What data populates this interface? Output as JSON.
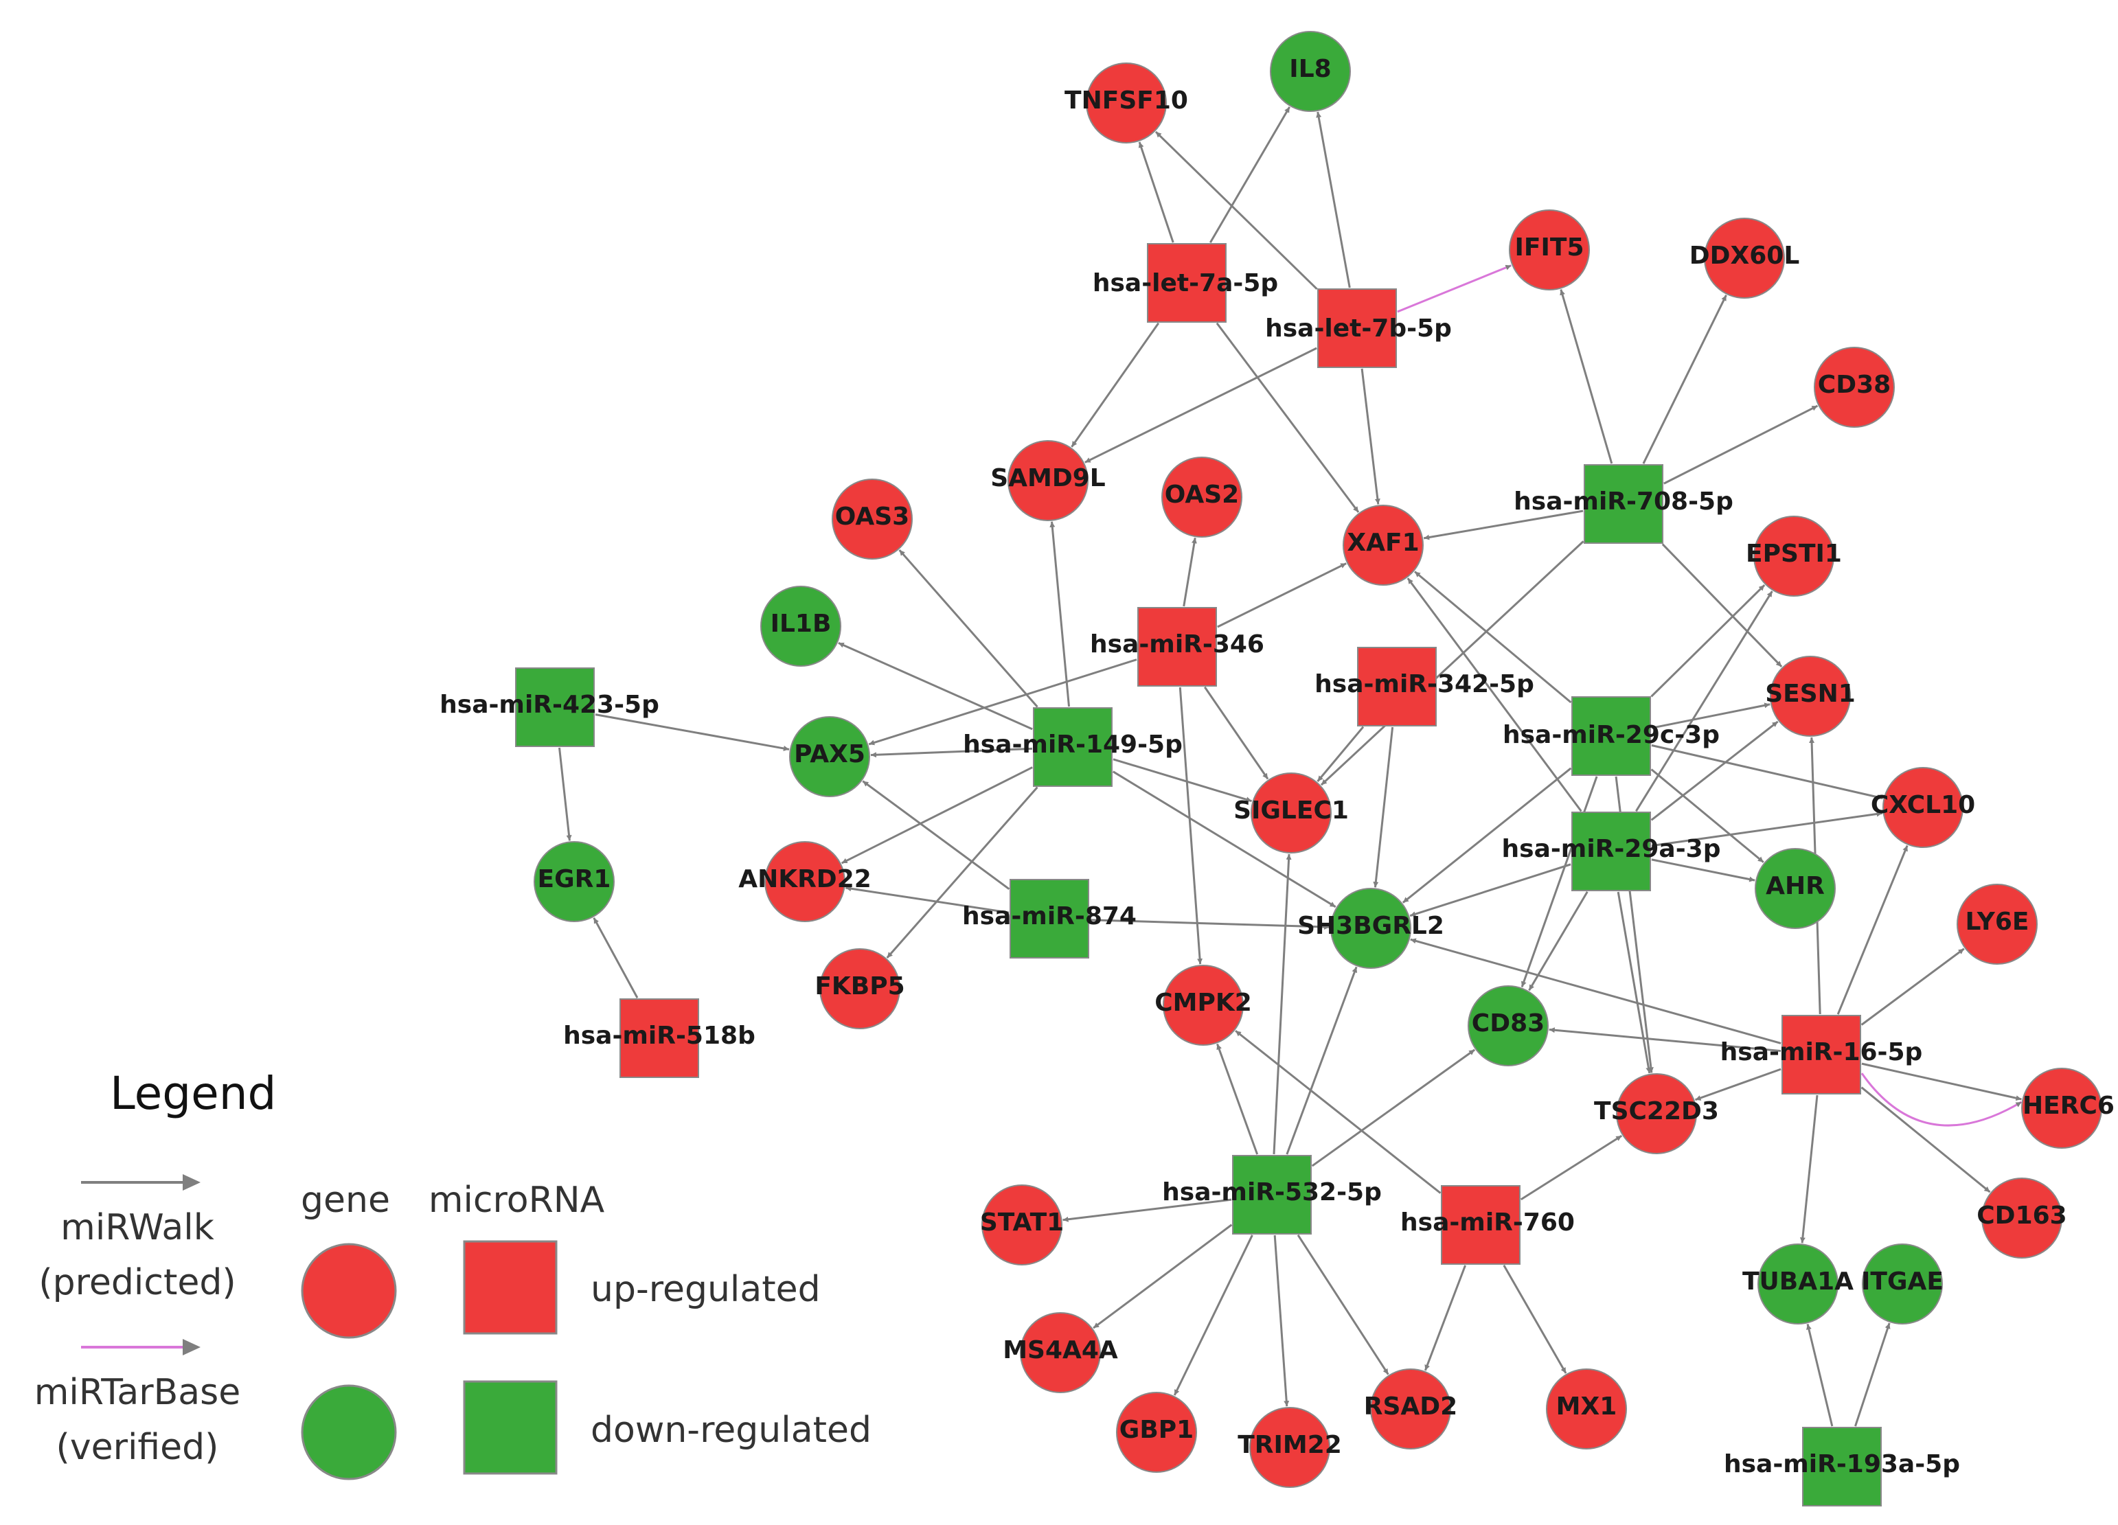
{
  "colors": {
    "up_regulated": "#ee3b3b",
    "down_regulated": "#3aaa3a",
    "node_stroke": "#888888",
    "predicted_edge": "#7f7f7f",
    "verified_edge": "#d977d9"
  },
  "nodes": [
    {
      "id": "TNFSF10",
      "label": "TNFSF10",
      "kind": "gene",
      "regulation": "up"
    },
    {
      "id": "IL8",
      "label": "IL8",
      "kind": "gene",
      "regulation": "down"
    },
    {
      "id": "let7a",
      "label": "hsa-let-7a-5p",
      "kind": "microRNA",
      "regulation": "up"
    },
    {
      "id": "let7b",
      "label": "hsa-let-7b-5p",
      "kind": "microRNA",
      "regulation": "up"
    },
    {
      "id": "IFIT5",
      "label": "IFIT5",
      "kind": "gene",
      "regulation": "up"
    },
    {
      "id": "DDX60L",
      "label": "DDX60L",
      "kind": "gene",
      "regulation": "up"
    },
    {
      "id": "CD38",
      "label": "CD38",
      "kind": "gene",
      "regulation": "up"
    },
    {
      "id": "SAMD9L",
      "label": "SAMD9L",
      "kind": "gene",
      "regulation": "up"
    },
    {
      "id": "OAS2",
      "label": "OAS2",
      "kind": "gene",
      "regulation": "up"
    },
    {
      "id": "OAS3",
      "label": "OAS3",
      "kind": "gene",
      "regulation": "up"
    },
    {
      "id": "XAF1",
      "label": "XAF1",
      "kind": "gene",
      "regulation": "up"
    },
    {
      "id": "miR708",
      "label": "hsa-miR-708-5p",
      "kind": "microRNA",
      "regulation": "down"
    },
    {
      "id": "EPSTI1",
      "label": "EPSTI1",
      "kind": "gene",
      "regulation": "up"
    },
    {
      "id": "IL1B",
      "label": "IL1B",
      "kind": "gene",
      "regulation": "down"
    },
    {
      "id": "miR346",
      "label": "hsa-miR-346",
      "kind": "microRNA",
      "regulation": "up"
    },
    {
      "id": "miR423",
      "label": "hsa-miR-423-5p",
      "kind": "microRNA",
      "regulation": "down"
    },
    {
      "id": "miR342",
      "label": "hsa-miR-342-5p",
      "kind": "microRNA",
      "regulation": "up"
    },
    {
      "id": "SESN1",
      "label": "SESN1",
      "kind": "gene",
      "regulation": "up"
    },
    {
      "id": "PAX5",
      "label": "PAX5",
      "kind": "gene",
      "regulation": "down"
    },
    {
      "id": "miR149",
      "label": "hsa-miR-149-5p",
      "kind": "microRNA",
      "regulation": "down"
    },
    {
      "id": "miR29c",
      "label": "hsa-miR-29c-3p",
      "kind": "microRNA",
      "regulation": "down"
    },
    {
      "id": "SIGLEC1",
      "label": "SIGLEC1",
      "kind": "gene",
      "regulation": "up"
    },
    {
      "id": "CXCL10",
      "label": "CXCL10",
      "kind": "gene",
      "regulation": "up"
    },
    {
      "id": "EGR1",
      "label": "EGR1",
      "kind": "gene",
      "regulation": "down"
    },
    {
      "id": "ANKRD22",
      "label": "ANKRD22",
      "kind": "gene",
      "regulation": "up"
    },
    {
      "id": "miR29a",
      "label": "hsa-miR-29a-3p",
      "kind": "microRNA",
      "regulation": "down"
    },
    {
      "id": "AHR",
      "label": "AHR",
      "kind": "gene",
      "regulation": "down"
    },
    {
      "id": "miR874",
      "label": "hsa-miR-874",
      "kind": "microRNA",
      "regulation": "down"
    },
    {
      "id": "SH3BGRL2",
      "label": "SH3BGRL2",
      "kind": "gene",
      "regulation": "down"
    },
    {
      "id": "LY6E",
      "label": "LY6E",
      "kind": "gene",
      "regulation": "up"
    },
    {
      "id": "FKBP5",
      "label": "FKBP5",
      "kind": "gene",
      "regulation": "up"
    },
    {
      "id": "CMPK2",
      "label": "CMPK2",
      "kind": "gene",
      "regulation": "up"
    },
    {
      "id": "CD83",
      "label": "CD83",
      "kind": "gene",
      "regulation": "down"
    },
    {
      "id": "miR518b",
      "label": "hsa-miR-518b",
      "kind": "microRNA",
      "regulation": "up"
    },
    {
      "id": "miR16",
      "label": "hsa-miR-16-5p",
      "kind": "microRNA",
      "regulation": "up"
    },
    {
      "id": "HERC6",
      "label": "HERC6",
      "kind": "gene",
      "regulation": "up"
    },
    {
      "id": "TSC22D3",
      "label": "TSC22D3",
      "kind": "gene",
      "regulation": "up"
    },
    {
      "id": "miR532",
      "label": "hsa-miR-532-5p",
      "kind": "microRNA",
      "regulation": "down"
    },
    {
      "id": "STAT1",
      "label": "STAT1",
      "kind": "gene",
      "regulation": "up"
    },
    {
      "id": "miR760",
      "label": "hsa-miR-760",
      "kind": "microRNA",
      "regulation": "up"
    },
    {
      "id": "CD163",
      "label": "CD163",
      "kind": "gene",
      "regulation": "up"
    },
    {
      "id": "TUBA1A",
      "label": "TUBA1A",
      "kind": "gene",
      "regulation": "down"
    },
    {
      "id": "ITGAE",
      "label": "ITGAE",
      "kind": "gene",
      "regulation": "down"
    },
    {
      "id": "MS4A4A",
      "label": "MS4A4A",
      "kind": "gene",
      "regulation": "up"
    },
    {
      "id": "RSAD2",
      "label": "RSAD2",
      "kind": "gene",
      "regulation": "up"
    },
    {
      "id": "MX1",
      "label": "MX1",
      "kind": "gene",
      "regulation": "up"
    },
    {
      "id": "GBP1",
      "label": "GBP1",
      "kind": "gene",
      "regulation": "up"
    },
    {
      "id": "TRIM22",
      "label": "TRIM22",
      "kind": "gene",
      "regulation": "up"
    },
    {
      "id": "miR193a",
      "label": "hsa-miR-193a-5p",
      "kind": "microRNA",
      "regulation": "down"
    }
  ],
  "edges": [
    {
      "from": "let7a",
      "to": "TNFSF10",
      "source": "miRWalk"
    },
    {
      "from": "let7a",
      "to": "IL8",
      "source": "miRWalk"
    },
    {
      "from": "let7a",
      "to": "SAMD9L",
      "source": "miRWalk"
    },
    {
      "from": "let7a",
      "to": "XAF1",
      "source": "miRWalk"
    },
    {
      "from": "let7b",
      "to": "TNFSF10",
      "source": "miRWalk"
    },
    {
      "from": "let7b",
      "to": "IL8",
      "source": "miRWalk"
    },
    {
      "from": "let7b",
      "to": "IFIT5",
      "source": "miRTarBase"
    },
    {
      "from": "let7b",
      "to": "SAMD9L",
      "source": "miRWalk"
    },
    {
      "from": "let7b",
      "to": "XAF1",
      "source": "miRWalk"
    },
    {
      "from": "miR708",
      "to": "IFIT5",
      "source": "miRWalk"
    },
    {
      "from": "miR708",
      "to": "DDX60L",
      "source": "miRWalk"
    },
    {
      "from": "miR708",
      "to": "CD38",
      "source": "miRWalk"
    },
    {
      "from": "miR708",
      "to": "XAF1",
      "source": "miRWalk"
    },
    {
      "from": "miR708",
      "to": "SESN1",
      "source": "miRWalk"
    },
    {
      "from": "miR708",
      "to": "SIGLEC1",
      "source": "miRWalk"
    },
    {
      "from": "miR346",
      "to": "OAS2",
      "source": "miRWalk"
    },
    {
      "from": "miR346",
      "to": "XAF1",
      "source": "miRWalk"
    },
    {
      "from": "miR346",
      "to": "PAX5",
      "source": "miRWalk"
    },
    {
      "from": "miR346",
      "to": "SIGLEC1",
      "source": "miRWalk"
    },
    {
      "from": "miR346",
      "to": "CMPK2",
      "source": "miRWalk"
    },
    {
      "from": "miR149",
      "to": "OAS3",
      "source": "miRWalk"
    },
    {
      "from": "miR149",
      "to": "SAMD9L",
      "source": "miRWalk"
    },
    {
      "from": "miR149",
      "to": "IL1B",
      "source": "miRWalk"
    },
    {
      "from": "miR149",
      "to": "PAX5",
      "source": "miRWalk"
    },
    {
      "from": "miR149",
      "to": "ANKRD22",
      "source": "miRWalk"
    },
    {
      "from": "miR149",
      "to": "FKBP5",
      "source": "miRWalk"
    },
    {
      "from": "miR149",
      "to": "SIGLEC1",
      "source": "miRWalk"
    },
    {
      "from": "miR149",
      "to": "SH3BGRL2",
      "source": "miRWalk"
    },
    {
      "from": "miR423",
      "to": "PAX5",
      "source": "miRWalk"
    },
    {
      "from": "miR423",
      "to": "EGR1",
      "source": "miRWalk"
    },
    {
      "from": "miR518b",
      "to": "EGR1",
      "source": "miRWalk"
    },
    {
      "from": "miR874",
      "to": "PAX5",
      "source": "miRWalk"
    },
    {
      "from": "miR874",
      "to": "ANKRD22",
      "source": "miRWalk"
    },
    {
      "from": "miR874",
      "to": "SH3BGRL2",
      "source": "miRWalk"
    },
    {
      "from": "miR342",
      "to": "SIGLEC1",
      "source": "miRWalk"
    },
    {
      "from": "miR342",
      "to": "SH3BGRL2",
      "source": "miRWalk"
    },
    {
      "from": "miR29c",
      "to": "XAF1",
      "source": "miRWalk"
    },
    {
      "from": "miR29c",
      "to": "EPSTI1",
      "source": "miRWalk"
    },
    {
      "from": "miR29c",
      "to": "SESN1",
      "source": "miRWalk"
    },
    {
      "from": "miR29c",
      "to": "CXCL10",
      "source": "miRWalk"
    },
    {
      "from": "miR29c",
      "to": "AHR",
      "source": "miRWalk"
    },
    {
      "from": "miR29c",
      "to": "SH3BGRL2",
      "source": "miRWalk"
    },
    {
      "from": "miR29c",
      "to": "CD83",
      "source": "miRWalk"
    },
    {
      "from": "miR29c",
      "to": "TSC22D3",
      "source": "miRWalk"
    },
    {
      "from": "miR29a",
      "to": "XAF1",
      "source": "miRWalk"
    },
    {
      "from": "miR29a",
      "to": "EPSTI1",
      "source": "miRWalk"
    },
    {
      "from": "miR29a",
      "to": "SESN1",
      "source": "miRWalk"
    },
    {
      "from": "miR29a",
      "to": "CXCL10",
      "source": "miRWalk"
    },
    {
      "from": "miR29a",
      "to": "AHR",
      "source": "miRWalk"
    },
    {
      "from": "miR29a",
      "to": "SH3BGRL2",
      "source": "miRWalk"
    },
    {
      "from": "miR29a",
      "to": "CD83",
      "source": "miRWalk"
    },
    {
      "from": "miR29a",
      "to": "TSC22D3",
      "source": "miRWalk"
    },
    {
      "from": "miR16",
      "to": "SESN1",
      "source": "miRWalk"
    },
    {
      "from": "miR16",
      "to": "CXCL10",
      "source": "miRWalk"
    },
    {
      "from": "miR16",
      "to": "LY6E",
      "source": "miRWalk"
    },
    {
      "from": "miR16",
      "to": "SH3BGRL2",
      "source": "miRWalk"
    },
    {
      "from": "miR16",
      "to": "CD83",
      "source": "miRWalk"
    },
    {
      "from": "miR16",
      "to": "TSC22D3",
      "source": "miRWalk"
    },
    {
      "from": "miR16",
      "to": "HERC6",
      "source": "miRWalk"
    },
    {
      "from": "miR16",
      "to": "HERC6",
      "source": "miRTarBase"
    },
    {
      "from": "miR16",
      "to": "CD163",
      "source": "miRWalk"
    },
    {
      "from": "miR16",
      "to": "TUBA1A",
      "source": "miRWalk"
    },
    {
      "from": "miR532",
      "to": "SIGLEC1",
      "source": "miRWalk"
    },
    {
      "from": "miR532",
      "to": "SH3BGRL2",
      "source": "miRWalk"
    },
    {
      "from": "miR532",
      "to": "CMPK2",
      "source": "miRWalk"
    },
    {
      "from": "miR532",
      "to": "CD83",
      "source": "miRWalk"
    },
    {
      "from": "miR532",
      "to": "STAT1",
      "source": "miRWalk"
    },
    {
      "from": "miR532",
      "to": "MS4A4A",
      "source": "miRWalk"
    },
    {
      "from": "miR532",
      "to": "GBP1",
      "source": "miRWalk"
    },
    {
      "from": "miR532",
      "to": "TRIM22",
      "source": "miRWalk"
    },
    {
      "from": "miR532",
      "to": "RSAD2",
      "source": "miRWalk"
    },
    {
      "from": "miR760",
      "to": "CMPK2",
      "source": "miRWalk"
    },
    {
      "from": "miR760",
      "to": "TSC22D3",
      "source": "miRWalk"
    },
    {
      "from": "miR760",
      "to": "RSAD2",
      "source": "miRWalk"
    },
    {
      "from": "miR760",
      "to": "MX1",
      "source": "miRWalk"
    },
    {
      "from": "miR193a",
      "to": "TUBA1A",
      "source": "miRWalk"
    },
    {
      "from": "miR193a",
      "to": "ITGAE",
      "source": "miRWalk"
    }
  ],
  "legend": {
    "title": "Legend",
    "edge_types": [
      {
        "line1": "miRWalk",
        "line2": "(predicted)",
        "color_key": "predicted_edge"
      },
      {
        "line1": "miRTarBase",
        "line2": "(verified)",
        "color_key": "verified_edge"
      }
    ],
    "gene_header": "gene",
    "microrna_header": "microRNA",
    "rows": [
      {
        "label": "up-regulated",
        "regulation": "up"
      },
      {
        "label": "down-regulated",
        "regulation": "down"
      }
    ]
  }
}
